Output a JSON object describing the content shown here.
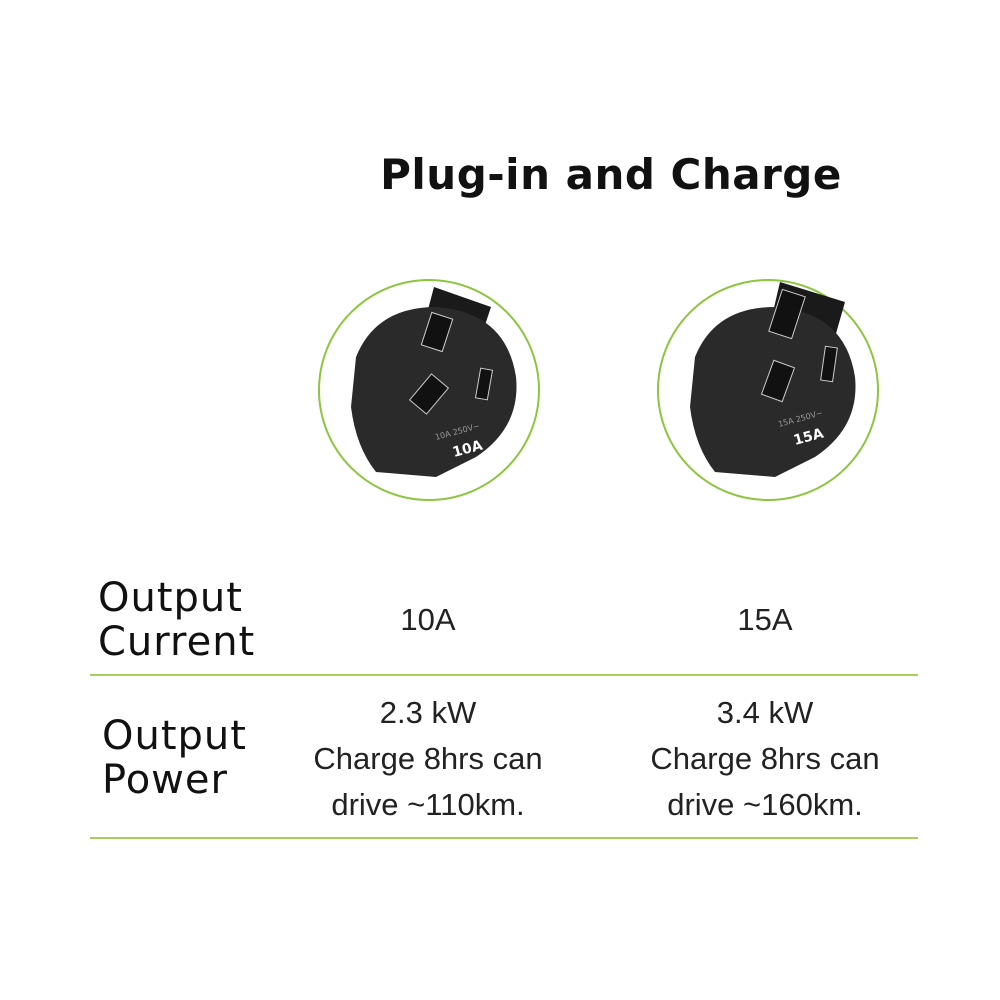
{
  "title": "Plug-in and Charge",
  "accent_color": "#8cc63f",
  "plugs": [
    {
      "label": "10A",
      "rating_text": "10A 250V~"
    },
    {
      "label": "15A",
      "rating_text": "15A 250V~"
    }
  ],
  "rows": [
    {
      "label_line1": "Output",
      "label_line2": "Current",
      "values": [
        "10A",
        "15A"
      ]
    },
    {
      "label_line1": "Output",
      "label_line2": "Power",
      "values": [
        {
          "power": "2.3 kW",
          "line2": "Charge 8hrs can",
          "line3": "drive ~110km."
        },
        {
          "power": "3.4 kW",
          "line2": "Charge 8hrs can",
          "line3": "drive ~160km."
        }
      ]
    }
  ]
}
